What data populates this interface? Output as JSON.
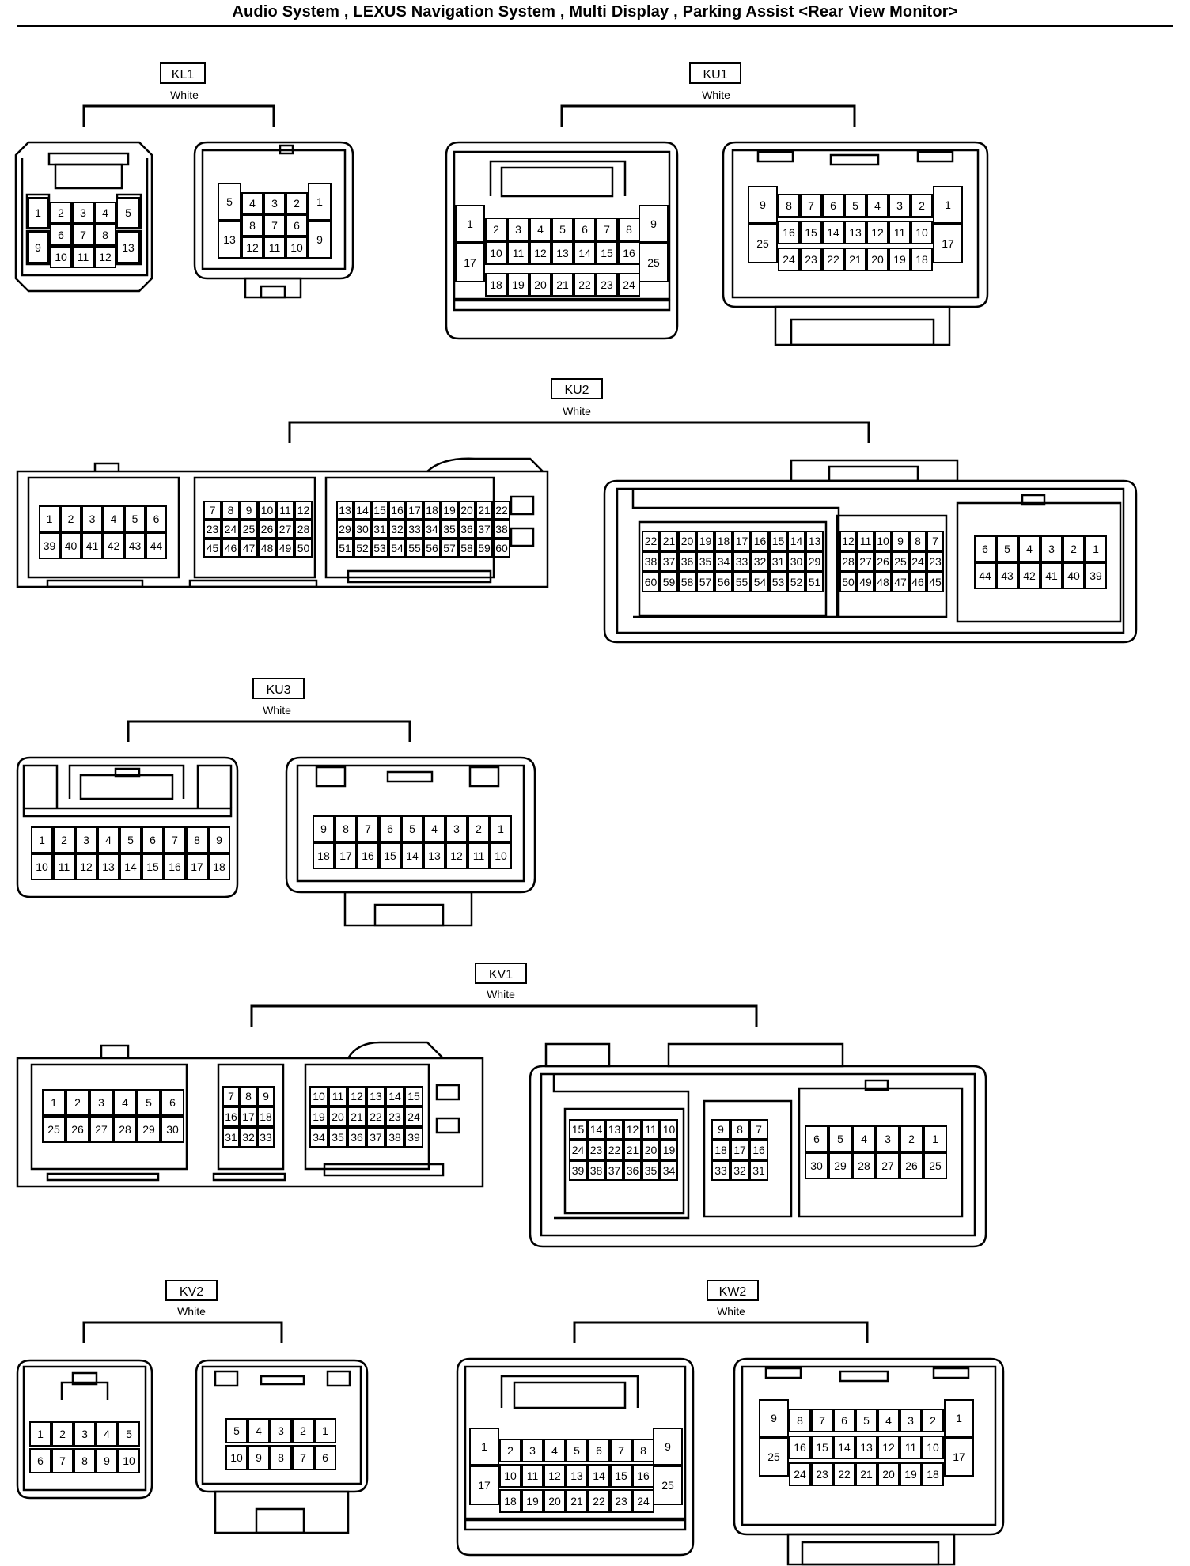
{
  "page": {
    "title": "Audio System , LEXUS Navigation System , Multi Display , Parking Assist <Rear View Monitor>"
  },
  "connectors": {
    "KL1": {
      "code": "KL1",
      "color": "White",
      "left_pins": [
        "1",
        "2",
        "3",
        "4",
        "5",
        "9",
        "6",
        "7",
        "8",
        "13",
        "10",
        "11",
        "12"
      ],
      "right_pins": [
        "5",
        "4",
        "3",
        "2",
        "1",
        "13",
        "8",
        "7",
        "6",
        "9",
        "12",
        "11",
        "10"
      ]
    },
    "KU1": {
      "code": "KU1",
      "color": "White",
      "left_pins": [
        "1",
        "2",
        "3",
        "4",
        "5",
        "6",
        "7",
        "8",
        "9",
        "17",
        "10",
        "11",
        "12",
        "13",
        "14",
        "15",
        "16",
        "25",
        "18",
        "19",
        "20",
        "21",
        "22",
        "23",
        "24"
      ],
      "right_pins": [
        "9",
        "8",
        "7",
        "6",
        "5",
        "4",
        "3",
        "2",
        "1",
        "25",
        "16",
        "15",
        "14",
        "13",
        "12",
        "11",
        "10",
        "17",
        "24",
        "23",
        "22",
        "21",
        "20",
        "19",
        "18"
      ]
    },
    "KU2": {
      "code": "KU2",
      "color": "White",
      "left_pins": [
        "1",
        "2",
        "3",
        "4",
        "5",
        "6",
        "39",
        "40",
        "41",
        "42",
        "43",
        "44",
        "7",
        "8",
        "9",
        "10",
        "11",
        "12",
        "23",
        "24",
        "25",
        "26",
        "27",
        "28",
        "45",
        "46",
        "47",
        "48",
        "49",
        "50",
        "13",
        "14",
        "15",
        "16",
        "17",
        "18",
        "19",
        "20",
        "21",
        "22",
        "29",
        "30",
        "31",
        "32",
        "33",
        "34",
        "35",
        "36",
        "37",
        "38",
        "51",
        "52",
        "53",
        "54",
        "55",
        "56",
        "57",
        "58",
        "59",
        "60"
      ],
      "right_pins": [
        "22",
        "21",
        "20",
        "19",
        "18",
        "17",
        "16",
        "15",
        "14",
        "13",
        "38",
        "37",
        "36",
        "35",
        "34",
        "33",
        "32",
        "31",
        "30",
        "29",
        "60",
        "59",
        "58",
        "57",
        "56",
        "55",
        "54",
        "53",
        "52",
        "51",
        "12",
        "11",
        "10",
        "9",
        "8",
        "7",
        "28",
        "27",
        "26",
        "25",
        "24",
        "23",
        "50",
        "49",
        "48",
        "47",
        "46",
        "45",
        "6",
        "5",
        "4",
        "3",
        "2",
        "1",
        "44",
        "43",
        "42",
        "41",
        "40",
        "39"
      ]
    },
    "KU3": {
      "code": "KU3",
      "color": "White",
      "left_pins": [
        "1",
        "2",
        "3",
        "4",
        "5",
        "6",
        "7",
        "8",
        "9",
        "10",
        "11",
        "12",
        "13",
        "14",
        "15",
        "16",
        "17",
        "18"
      ],
      "right_pins": [
        "9",
        "8",
        "7",
        "6",
        "5",
        "4",
        "3",
        "2",
        "1",
        "18",
        "17",
        "16",
        "15",
        "14",
        "13",
        "12",
        "11",
        "10"
      ]
    },
    "KV1": {
      "code": "KV1",
      "color": "White",
      "left_pins": [
        "1",
        "2",
        "3",
        "4",
        "5",
        "6",
        "25",
        "26",
        "27",
        "28",
        "29",
        "30",
        "7",
        "8",
        "9",
        "16",
        "17",
        "18",
        "31",
        "32",
        "33",
        "10",
        "11",
        "12",
        "13",
        "14",
        "15",
        "19",
        "20",
        "21",
        "22",
        "23",
        "24",
        "34",
        "35",
        "36",
        "37",
        "38",
        "39"
      ],
      "right_pins": [
        "15",
        "14",
        "13",
        "12",
        "11",
        "10",
        "24",
        "23",
        "22",
        "21",
        "20",
        "19",
        "39",
        "38",
        "37",
        "36",
        "35",
        "34",
        "9",
        "8",
        "7",
        "18",
        "17",
        "16",
        "33",
        "32",
        "31",
        "6",
        "5",
        "4",
        "3",
        "2",
        "1",
        "30",
        "29",
        "28",
        "27",
        "26",
        "25"
      ]
    },
    "KV2": {
      "code": "KV2",
      "color": "White",
      "left_pins": [
        "1",
        "2",
        "3",
        "4",
        "5",
        "6",
        "7",
        "8",
        "9",
        "10"
      ],
      "right_pins": [
        "5",
        "4",
        "3",
        "2",
        "1",
        "10",
        "9",
        "8",
        "7",
        "6"
      ]
    },
    "KW2": {
      "code": "KW2",
      "color": "White",
      "left_pins": [
        "1",
        "2",
        "3",
        "4",
        "5",
        "6",
        "7",
        "8",
        "9",
        "17",
        "10",
        "11",
        "12",
        "13",
        "14",
        "15",
        "16",
        "25",
        "18",
        "19",
        "20",
        "21",
        "22",
        "23",
        "24"
      ],
      "right_pins": [
        "9",
        "8",
        "7",
        "6",
        "5",
        "4",
        "3",
        "2",
        "1",
        "25",
        "16",
        "15",
        "14",
        "13",
        "12",
        "11",
        "10",
        "17",
        "24",
        "23",
        "22",
        "21",
        "20",
        "19",
        "18"
      ]
    }
  }
}
